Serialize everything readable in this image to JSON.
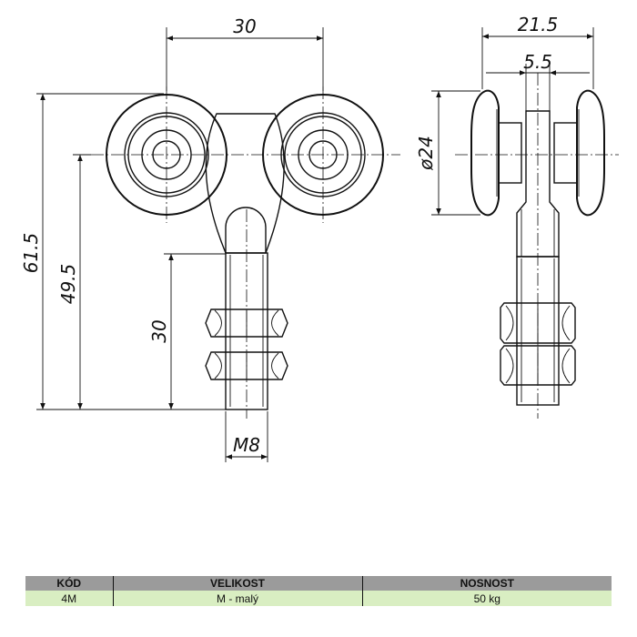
{
  "dimensions": {
    "width_top": "30",
    "overall_height": "61.5",
    "axis_height": "49.5",
    "thread_length": "30",
    "thread_size": "M8",
    "side_width": "21.5",
    "bracket_width": "5.5",
    "wheel_diameter": "ø24"
  },
  "table": {
    "headers": [
      "KÓD",
      "VELIKOST",
      "NOSNOST"
    ],
    "row": [
      "4M",
      "M - malý",
      "50 kg"
    ]
  }
}
